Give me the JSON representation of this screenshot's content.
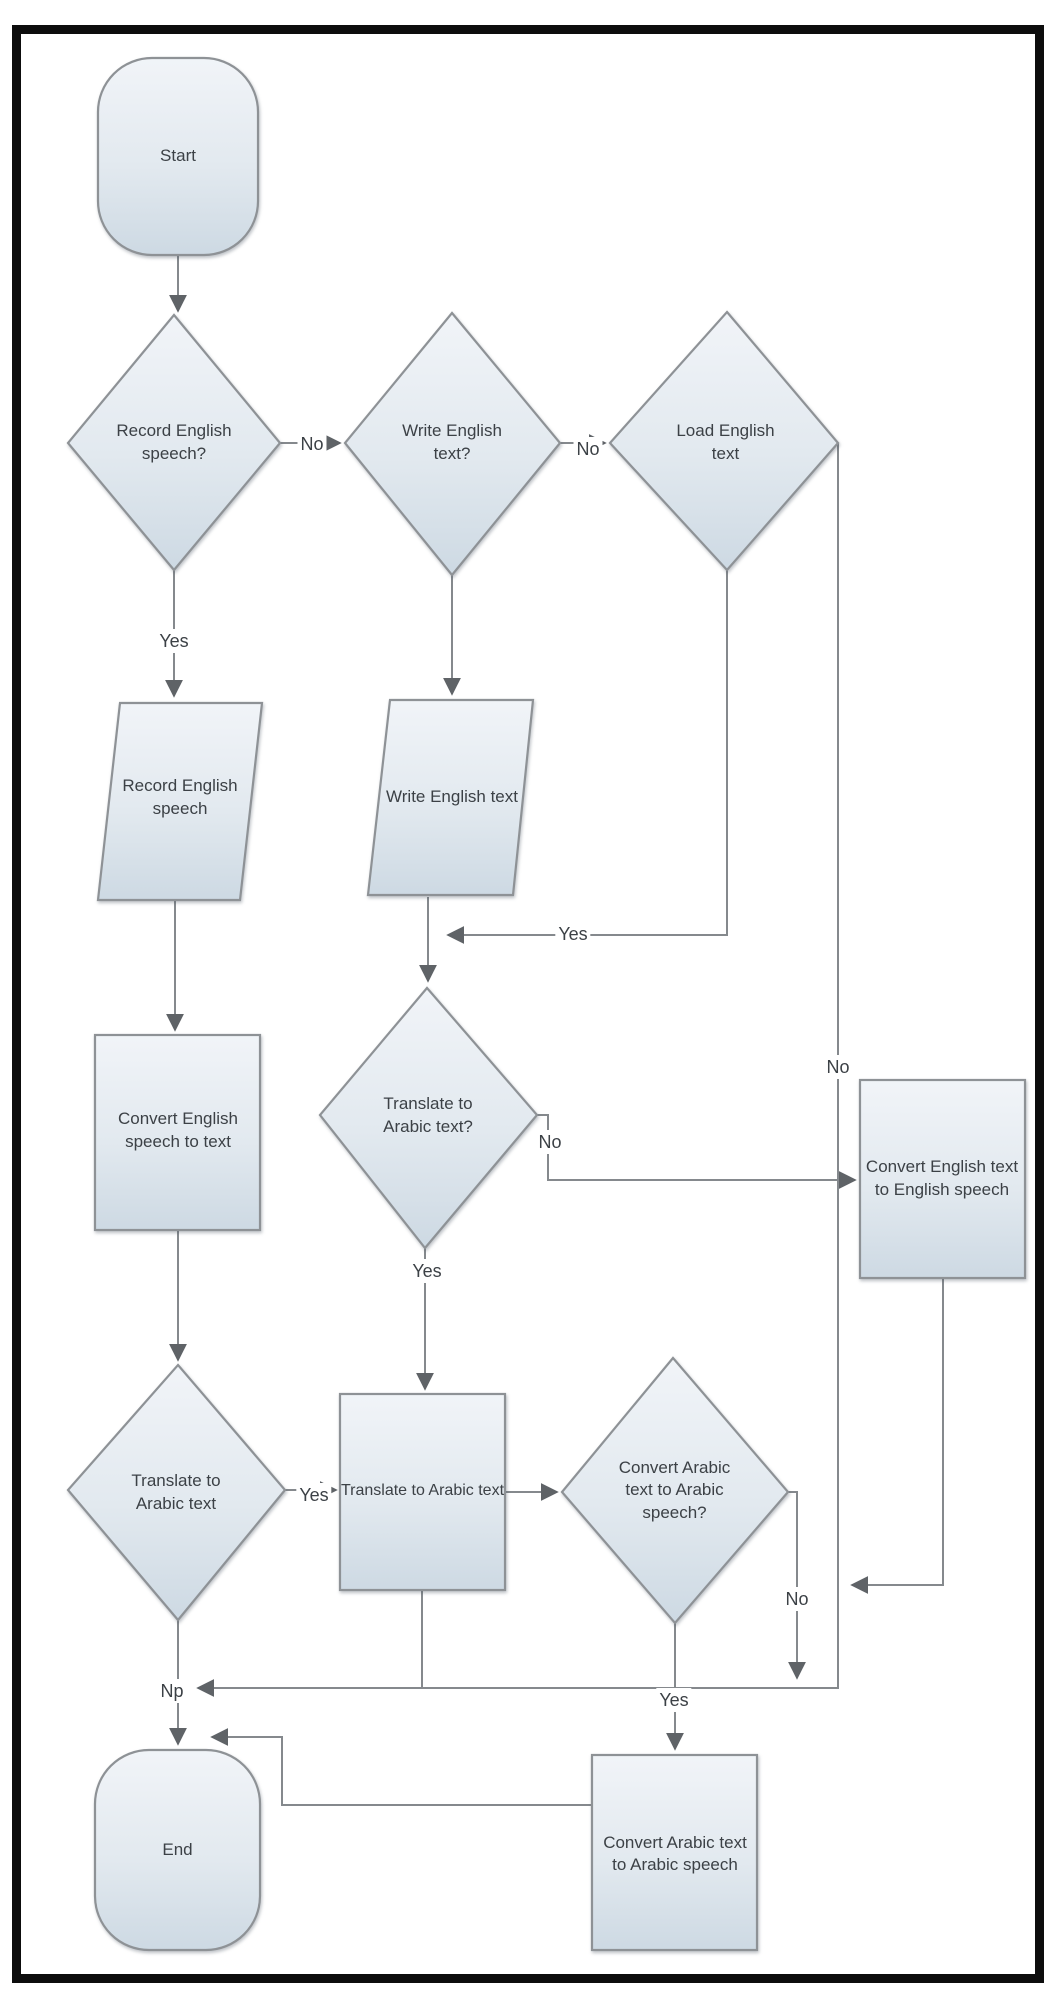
{
  "diagram": {
    "type": "flowchart",
    "description": "English speech/text to Arabic translation and speech conversion flowchart",
    "nodes": {
      "start": {
        "shape": "terminator",
        "label": "Start"
      },
      "record_speech_q": {
        "shape": "decision",
        "label": "Record English speech?"
      },
      "write_text_q": {
        "shape": "decision",
        "label": "Write English text?"
      },
      "load_text": {
        "shape": "decision",
        "label": "Load English text"
      },
      "record_speech": {
        "shape": "data",
        "label": "Record English speech"
      },
      "write_text": {
        "shape": "data",
        "label": "Write English text"
      },
      "speech_to_text": {
        "shape": "process",
        "label": "Convert English speech to text"
      },
      "translate_q": {
        "shape": "decision",
        "label": "Translate to Arabic text?"
      },
      "en_text_to_speech": {
        "shape": "process",
        "label": "Convert English text to English speech"
      },
      "translate_d": {
        "shape": "decision",
        "label": "Translate to Arabic text"
      },
      "translate_p": {
        "shape": "process",
        "label": "Translate to Arabic text"
      },
      "ar_tts_q": {
        "shape": "decision",
        "label": "Convert Arabic text to Arabic speech?"
      },
      "ar_tts": {
        "shape": "process",
        "label": "Convert Arabic text to Arabic speech"
      },
      "end": {
        "shape": "terminator",
        "label": "End"
      }
    },
    "edge_labels": {
      "record_yes": "Yes",
      "record_no": "No",
      "write_no": "No",
      "load_yes": "Yes",
      "load_no": "No",
      "translate_q_no": "No",
      "translate_q_yes": "Yes",
      "translate_d_yes": "Yes",
      "ar_tts_no": "No",
      "ar_tts_yes": "Yes",
      "merge_np": "Np"
    },
    "colors": {
      "shape_fill_top": "#f1f4f8",
      "shape_fill_bottom": "#cdd9e3",
      "shape_stroke": "#8e9296",
      "connector": "#85898d",
      "arrowhead": "#5f6367",
      "text": "#3c4146",
      "frame": "#0d0d0d",
      "background": "#ffffff"
    }
  }
}
